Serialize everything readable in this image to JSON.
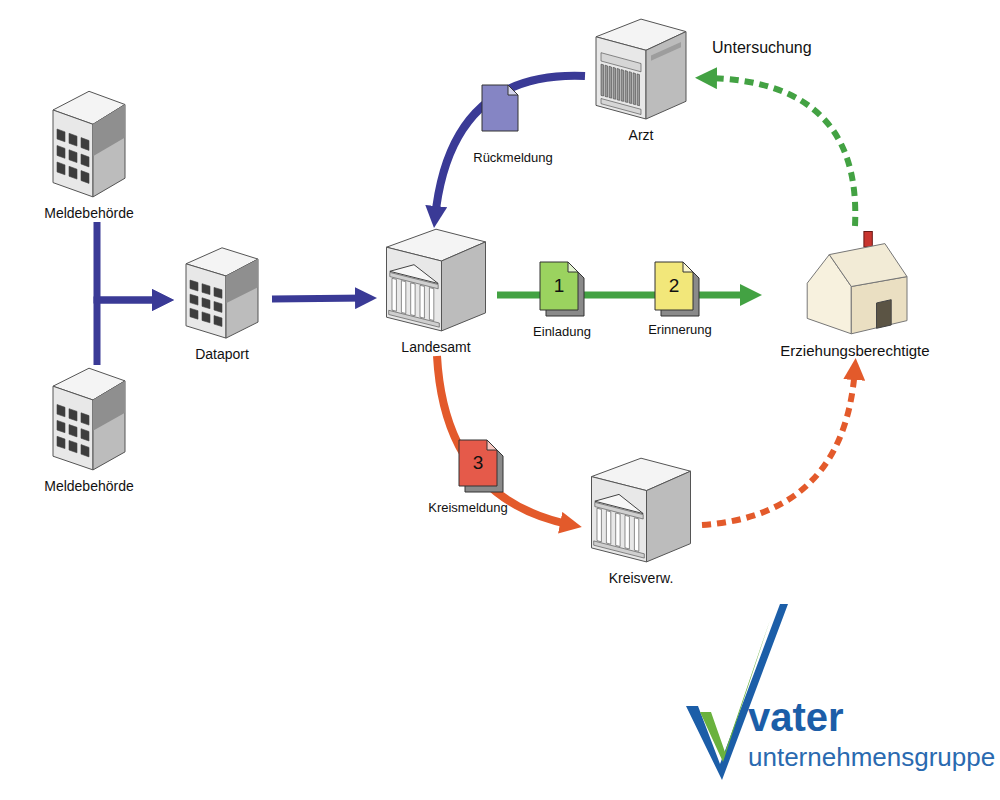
{
  "diagram": {
    "nodes": [
      {
        "text": [
          "Meldebehörde"
        ]
      },
      {
        "text": [
          "Meldebehörde"
        ]
      },
      {
        "text": [
          "Dataport"
        ]
      },
      {
        "text": [
          "Landesamt"
        ]
      },
      {
        "text": [
          "Arzt"
        ]
      },
      {
        "text": [
          "Erziehungsberechtigte"
        ]
      },
      {
        "text": [
          "Kreisverw."
        ]
      }
    ],
    "edges": [
      {
        "from": 0,
        "to": 2,
        "arrow": "to"
      },
      {
        "from": 1,
        "to": 2,
        "arrow": "to"
      },
      {
        "from": 2,
        "to": 3,
        "arrow": "to"
      },
      {
        "from": 4,
        "to": 3,
        "label": "Rückmeldung",
        "arrow": "to"
      },
      {
        "from": 3,
        "to": 5,
        "label": "Einladung",
        "arrow": "to"
      },
      {
        "from": 3,
        "to": 6,
        "label": "Kreismeldung",
        "arrow": "to"
      },
      {
        "from": 5,
        "to": 4,
        "label": "Untersuchung",
        "arrow": "to"
      },
      {
        "from": 6,
        "to": 5,
        "arrow": "to"
      }
    ],
    "labels": [
      "1",
      "2",
      "Erinnerung",
      "3",
      "vater",
      "unternehmensgruppe"
    ]
  }
}
